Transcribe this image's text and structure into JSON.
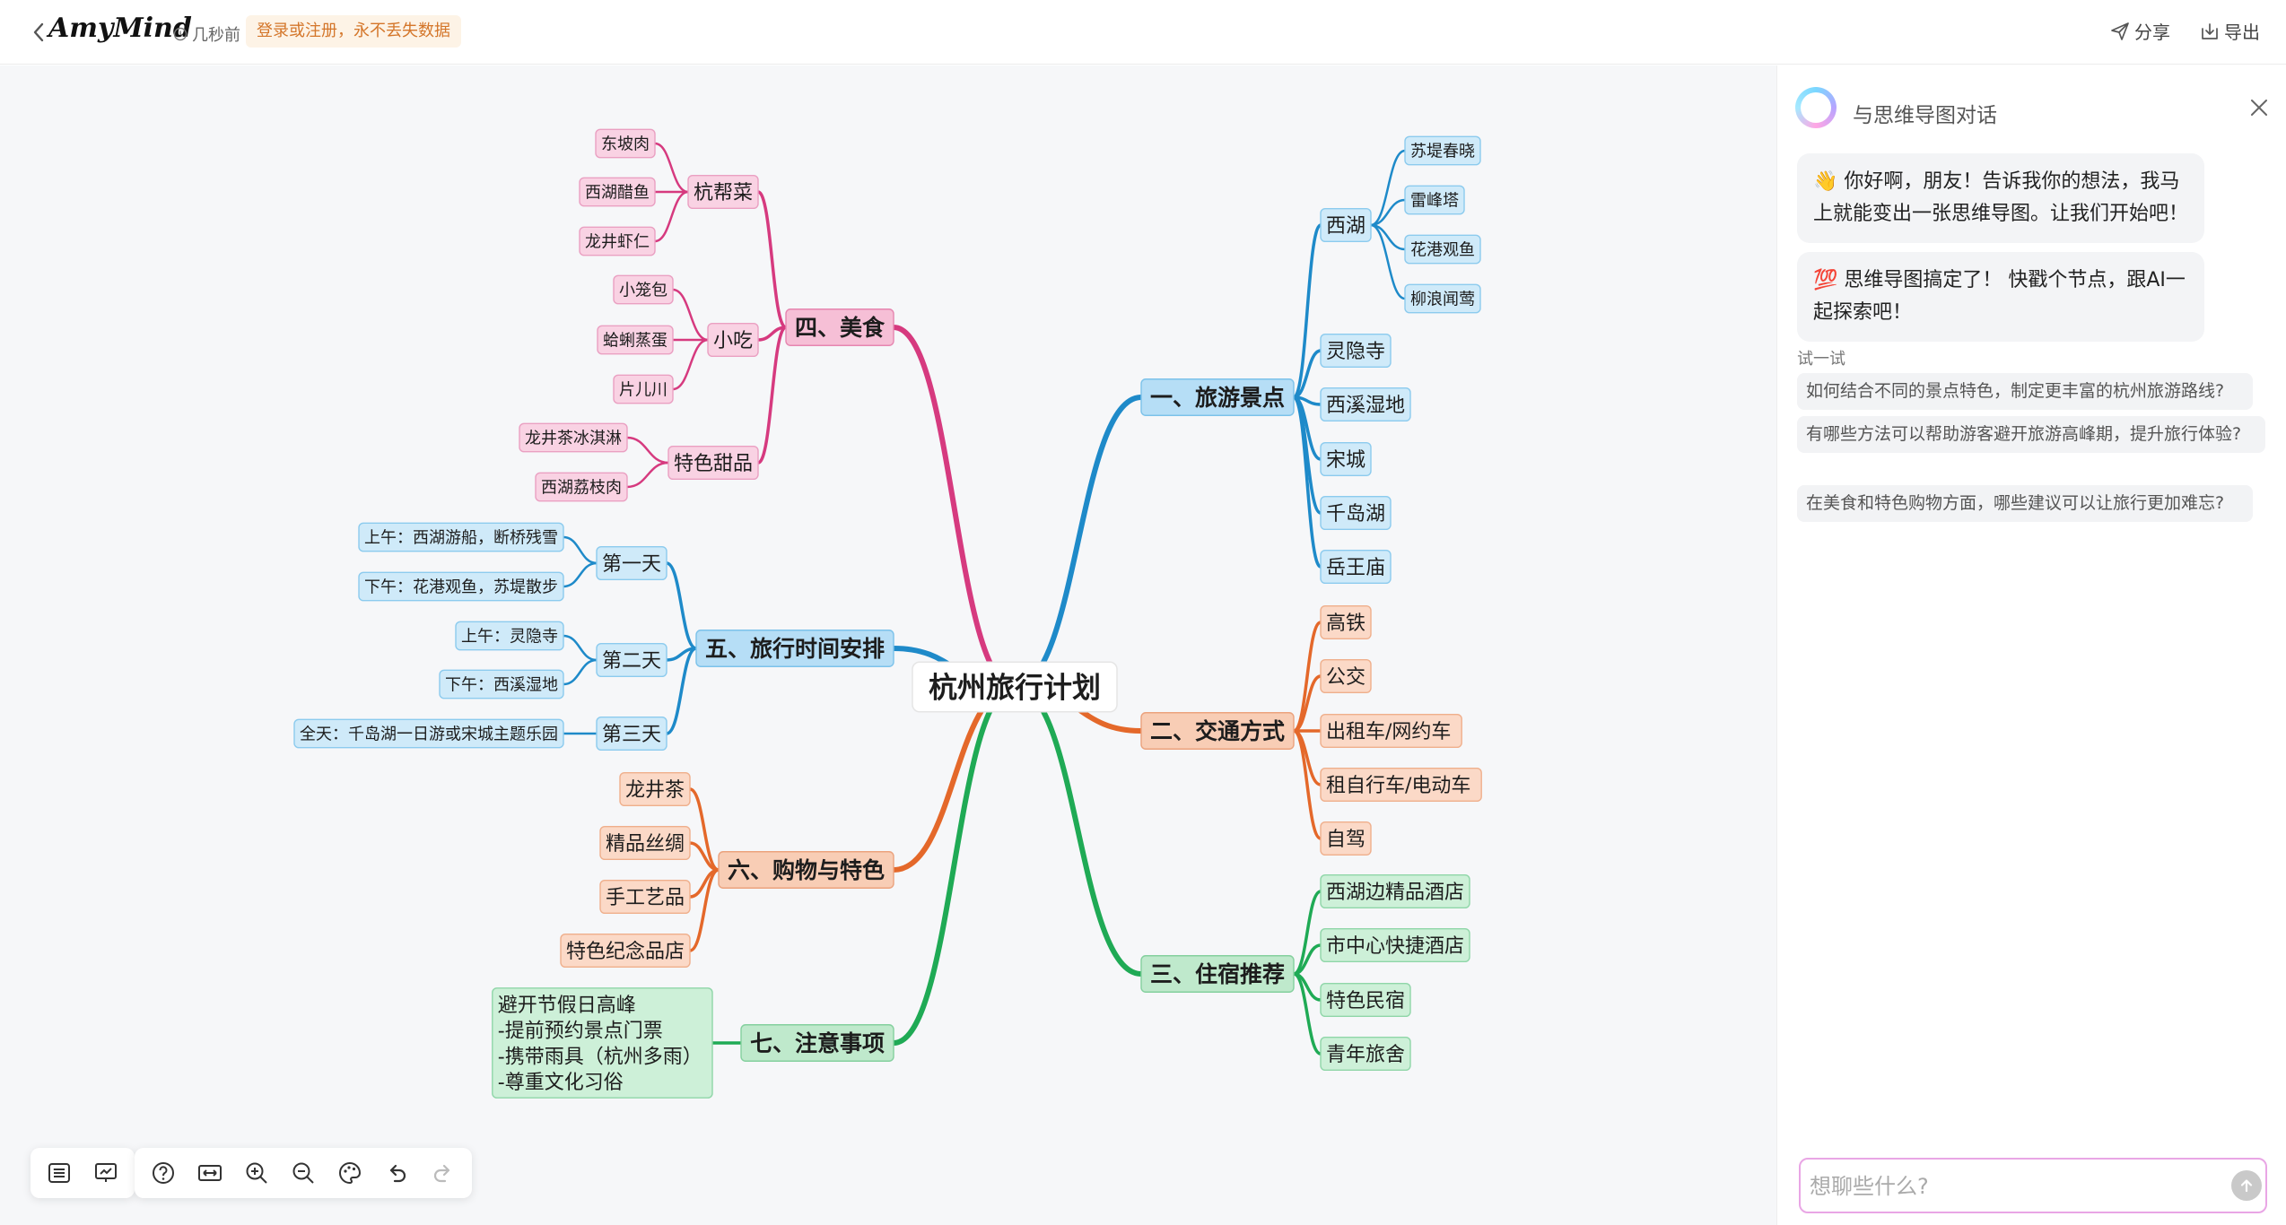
{
  "header": {
    "logo": "AmyMind",
    "time": "几秒前",
    "login_tip": "登录或注册，永不丢失数据",
    "share": "分享",
    "export": "导出"
  },
  "mindmap": {
    "root": "杭州旅行计划",
    "branches": [
      {
        "key": "b1",
        "label": "一、旅游景点",
        "color": "#1e8ac9",
        "children": [
          {
            "label": "西湖",
            "children": [
              "苏堤春晓",
              "雷峰塔",
              "花港观鱼",
              "柳浪闻莺"
            ]
          },
          {
            "label": "灵隐寺"
          },
          {
            "label": "西溪湿地"
          },
          {
            "label": "宋城"
          },
          {
            "label": "千岛湖"
          },
          {
            "label": "岳王庙"
          }
        ]
      },
      {
        "key": "b2",
        "label": "二、交通方式",
        "color": "#e4682a",
        "children": [
          {
            "label": "高铁"
          },
          {
            "label": "公交"
          },
          {
            "label": "出租车/网约车"
          },
          {
            "label": "租自行车/电动车"
          },
          {
            "label": "自驾"
          }
        ]
      },
      {
        "key": "b3",
        "label": "三、住宿推荐",
        "color": "#1faa55",
        "children": [
          {
            "label": "西湖边精品酒店"
          },
          {
            "label": "市中心快捷酒店"
          },
          {
            "label": "特色民宿"
          },
          {
            "label": "青年旅舍"
          }
        ]
      },
      {
        "key": "b4",
        "label": "四、美食",
        "color": "#d63a7f",
        "children": [
          {
            "label": "杭帮菜",
            "children": [
              "东坡肉",
              "西湖醋鱼",
              "龙井虾仁"
            ]
          },
          {
            "label": "小吃",
            "children": [
              "小笼包",
              "蛤蜊蒸蛋",
              "片儿川"
            ]
          },
          {
            "label": "特色甜品",
            "children": [
              "龙井茶冰淇淋",
              "西湖荔枝肉"
            ]
          }
        ]
      },
      {
        "key": "b5",
        "label": "五、旅行时间安排",
        "color": "#1e8ac9",
        "children": [
          {
            "label": "第一天",
            "children": [
              "上午：西湖游船，断桥残雪",
              "下午：花港观鱼，苏堤散步"
            ]
          },
          {
            "label": "第二天",
            "children": [
              "上午：灵隐寺",
              "下午：西溪湿地"
            ]
          },
          {
            "label": "第三天",
            "children": [
              "全天：千岛湖一日游或宋城主题乐园"
            ]
          }
        ]
      },
      {
        "key": "b6",
        "label": "六、购物与特色",
        "color": "#e4682a",
        "children": [
          {
            "label": "龙井茶"
          },
          {
            "label": "精品丝绸"
          },
          {
            "label": "手工艺品"
          },
          {
            "label": "特色纪念品店"
          }
        ]
      },
      {
        "key": "b7",
        "label": "七、注意事项",
        "color": "#1faa55",
        "children": [
          {
            "label": "避开节假日高峰\n-提前预约景点门票\n-携带雨具（杭州多雨）\n-尊重文化习俗"
          }
        ]
      }
    ]
  },
  "chat": {
    "title": "与思维导图对话",
    "messages": [
      "👋 你好啊，朋友！告诉我你的想法，我马上就能变出一张思维导图。让我们开始吧！",
      "💯 思维导图搞定了！ 快戳个节点，跟AI一起探索吧！"
    ],
    "try_label": "试一试",
    "suggestions": [
      "如何结合不同的景点特色，制定更丰富的杭州旅游路线?",
      "有哪些方法可以帮助游客避开旅游高峰期，提升旅行体验?",
      "在美食和特色购物方面，哪些建议可以让旅行更加难忘?"
    ],
    "input_placeholder": "想聊些什么?"
  },
  "icons": {
    "back": "chevron-left-icon",
    "clock": "clock-icon",
    "share": "send-icon",
    "export": "download-icon",
    "close": "close-icon",
    "send": "arrow-up-icon",
    "toolbar": [
      "outline-icon",
      "present-icon",
      "help-icon",
      "fit-width-icon",
      "zoom-in-icon",
      "zoom-out-icon",
      "palette-icon",
      "undo-icon",
      "redo-icon"
    ]
  }
}
